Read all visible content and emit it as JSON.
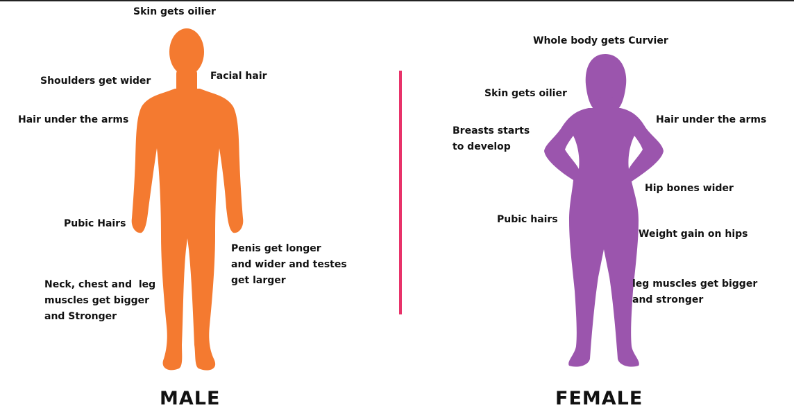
{
  "male": {
    "title": "MALE",
    "color": "#f47a30",
    "labels": {
      "skin": "Skin gets oilier",
      "shoulders": "Shoulders get wider",
      "facial_hair": "Facial hair",
      "underarm": "Hair under the arms",
      "pubic": "Pubic Hairs",
      "penis": "Penis get longer\nand wider and testes\nget larger",
      "muscles": "Neck, chest and  leg\nmuscles get bigger\nand Stronger"
    }
  },
  "female": {
    "title": "FEMALE",
    "color": "#9b55ad",
    "labels": {
      "curvier": "Whole body gets Curvier",
      "skin": "Skin gets oilier",
      "underarm": "Hair under the arms",
      "breasts": "Breasts starts\nto develop",
      "hip_bones": "Hip bones wider",
      "pubic": "Pubic hairs",
      "weight": "Weight gain on hips",
      "legs": "leg muscles get bigger\nand stronger"
    }
  },
  "divider_color": "#e8336a"
}
